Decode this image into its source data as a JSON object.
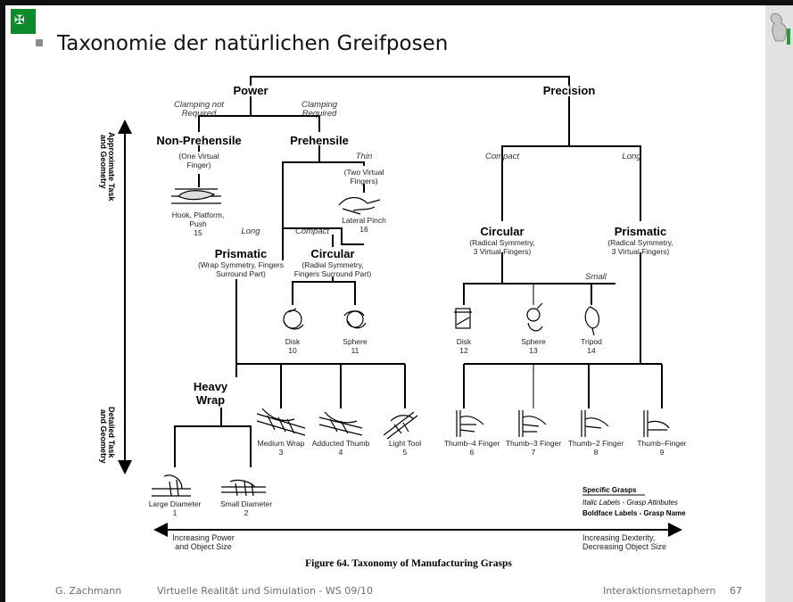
{
  "slide": {
    "title": "Taxonomie der natürlichen Greifposen",
    "logo_glyph": "✠",
    "footer": {
      "author": "G. Zachmann",
      "course": "Virtuelle Realität und Simulation  - WS 09/10",
      "topic": "Interaktionsmetaphern",
      "page": "67"
    }
  },
  "figure": {
    "caption": "Figure 64.  Taxonomy of Manufacturing Grasps",
    "left_axis_top": [
      "Approximate Task",
      "and Geometry"
    ],
    "left_axis_bottom": [
      "Detailed Task",
      "and Geometry"
    ],
    "bottom_left": [
      "Increasing Power",
      "and Object Size"
    ],
    "bottom_right": [
      "Increasing Dexterity,",
      "Decreasing Object Size"
    ],
    "legend": {
      "title": "Specific Grasps",
      "italic": "Italic Labels - Grasp Attributes",
      "bold": "Boldface Labels - Grasp Name"
    },
    "categories": {
      "power": "Power",
      "precision": "Precision",
      "non_prehensile": "Non-Prehensile",
      "prehensile": "Prehensile",
      "prismatic_power": "Prismatic",
      "circular_power": "Circular",
      "heavy_wrap_1": "Heavy",
      "heavy_wrap_2": "Wrap",
      "circular_precision": "Circular",
      "prismatic_precision": "Prismatic"
    },
    "attributes": {
      "clamping_not_1": "Clamping not",
      "clamping_not_2": "Required",
      "clamping_req_1": "Clamping",
      "clamping_req_2": "Required",
      "thin": "Thin",
      "long_power": "Long",
      "compact_power": "Compact",
      "compact_precision": "Compact",
      "long_precision": "Long",
      "small": "Small"
    },
    "notes": {
      "one_virtual": [
        "(One Virtual",
        "Finger)"
      ],
      "two_virtual": [
        "(Two Virtual",
        "Fingers)"
      ],
      "prismatic_power": [
        "(Wrap Symmetry, Fingers",
        "Surround Part)"
      ],
      "circular_power": [
        "(Radial Symmetry,",
        "Fingers Surround Part)"
      ],
      "circular_precision": [
        "(Radical Symmetry,",
        "3 Virtual Fingers)"
      ],
      "prismatic_precision": [
        "(Radical Symmetry,",
        "3 Virtual Fingers)"
      ]
    },
    "grasps": [
      {
        "name": "Hook, Platform,",
        "name2": "Push",
        "num": "15"
      },
      {
        "name": "Lateral Pinch",
        "num": "16"
      },
      {
        "name": "Disk",
        "num": "10"
      },
      {
        "name": "Sphere",
        "num": "11"
      },
      {
        "name": "Disk",
        "num": "12"
      },
      {
        "name": "Sphere",
        "num": "13"
      },
      {
        "name": "Tripod",
        "num": "14"
      },
      {
        "name": "Large Diameter",
        "num": "1"
      },
      {
        "name": "Small Diameter",
        "num": "2"
      },
      {
        "name": "Medium Wrap",
        "num": "3"
      },
      {
        "name": "Adducted Thumb",
        "num": "4"
      },
      {
        "name": "Light Tool",
        "num": "5"
      },
      {
        "name": "Thumb–4 Finger",
        "num": "6"
      },
      {
        "name": "Thumb–3 Finger",
        "num": "7"
      },
      {
        "name": "Thumb–2 Finger",
        "num": "8"
      },
      {
        "name": "Thumb–Finger",
        "num": "9"
      }
    ]
  }
}
